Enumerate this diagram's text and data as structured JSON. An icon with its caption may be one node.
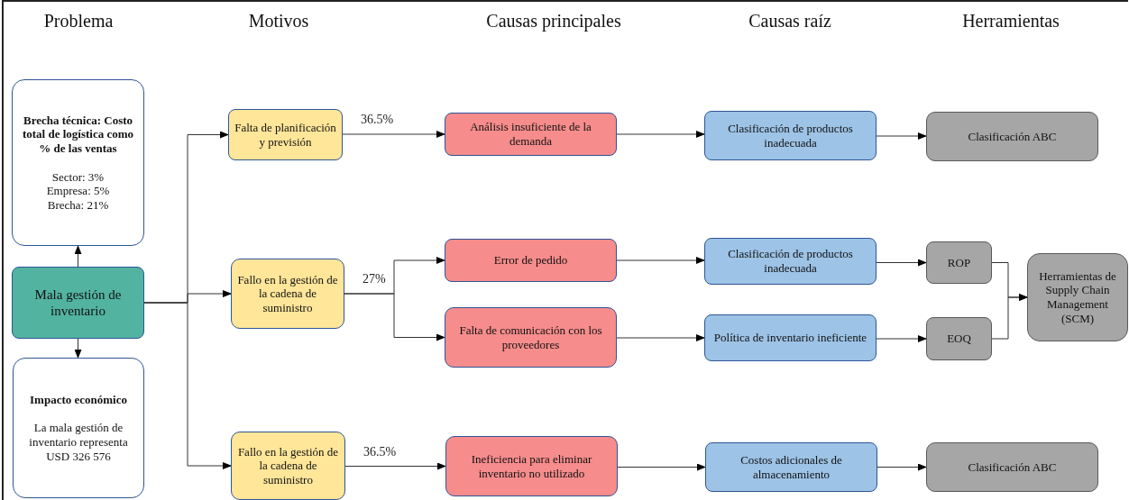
{
  "diagram": {
    "nodes": [
      {
        "text": [
          "Brecha técnica: Costo total de logística como % de las ventas",
          "Sector: 3% Empresa: 5% Brecha: 21%"
        ]
      },
      {
        "text": [
          "Mala gestión de inventario"
        ]
      },
      {
        "text": [
          "Impacto económico",
          "La mala gestión de inventario representa USD 326 576"
        ]
      },
      {
        "text": [
          "Falta de planificación y previsión"
        ]
      },
      {
        "text": [
          "Fallo en la gestión de la cadena de suministro"
        ]
      },
      {
        "text": [
          "Fallo en la gestión de la cadena de suministro"
        ]
      },
      {
        "text": [
          "Análisis insuficiente de la demanda"
        ]
      },
      {
        "text": [
          "Error de pedido"
        ]
      },
      {
        "text": [
          "Falta de comunicación con los proveedores"
        ]
      },
      {
        "text": [
          "Ineficiencia para eliminar inventario no utilizado"
        ]
      },
      {
        "text": [
          "Clasificación de productos inadecuada"
        ]
      },
      {
        "text": [
          "Clasificación de productos inadecuada"
        ]
      },
      {
        "text": [
          "Política de inventario ineficiente"
        ]
      },
      {
        "text": [
          "Costos adicionales de almacenamiento"
        ]
      },
      {
        "text": [
          "Clasificación ABC"
        ]
      },
      {
        "text": [
          "ROP"
        ]
      },
      {
        "text": [
          "EOQ"
        ]
      },
      {
        "text": [
          "Herramientas de Supply Chain Management (SCM)"
        ]
      },
      {
        "text": [
          "Clasificación ABC"
        ]
      }
    ],
    "edges": [
      {
        "from": 1,
        "to": 0,
        "arrow": "to"
      },
      {
        "from": 1,
        "to": 2,
        "arrow": "to"
      },
      {
        "from": 1,
        "to": 3,
        "arrow": "to"
      },
      {
        "from": 1,
        "to": 4,
        "arrow": "to"
      },
      {
        "from": 1,
        "to": 5,
        "arrow": "to"
      },
      {
        "from": 3,
        "to": 6,
        "arrow": "to",
        "label": "36.5%"
      },
      {
        "from": 4,
        "to": 7,
        "arrow": "to",
        "label": "27%"
      },
      {
        "from": 4,
        "to": 8,
        "arrow": "to"
      },
      {
        "from": 5,
        "to": 9,
        "arrow": "to",
        "label": "36.5%"
      },
      {
        "from": 6,
        "to": 10,
        "arrow": "to"
      },
      {
        "from": 7,
        "to": 11,
        "arrow": "to"
      },
      {
        "from": 8,
        "to": 12,
        "arrow": "to"
      },
      {
        "from": 9,
        "to": 13,
        "arrow": "to"
      },
      {
        "from": 10,
        "to": 14,
        "arrow": "to"
      },
      {
        "from": 11,
        "to": 15,
        "arrow": "to"
      },
      {
        "from": 12,
        "to": 16,
        "arrow": "to"
      },
      {
        "from": 13,
        "to": 18,
        "arrow": "to"
      },
      {
        "from": 15,
        "to": 17,
        "arrow": "to"
      },
      {
        "from": 16,
        "to": 17,
        "arrow": "to"
      }
    ],
    "labels": [
      "Problema",
      "Motivos",
      "Causas principales",
      "Causas raíz",
      "Herramientas"
    ]
  }
}
